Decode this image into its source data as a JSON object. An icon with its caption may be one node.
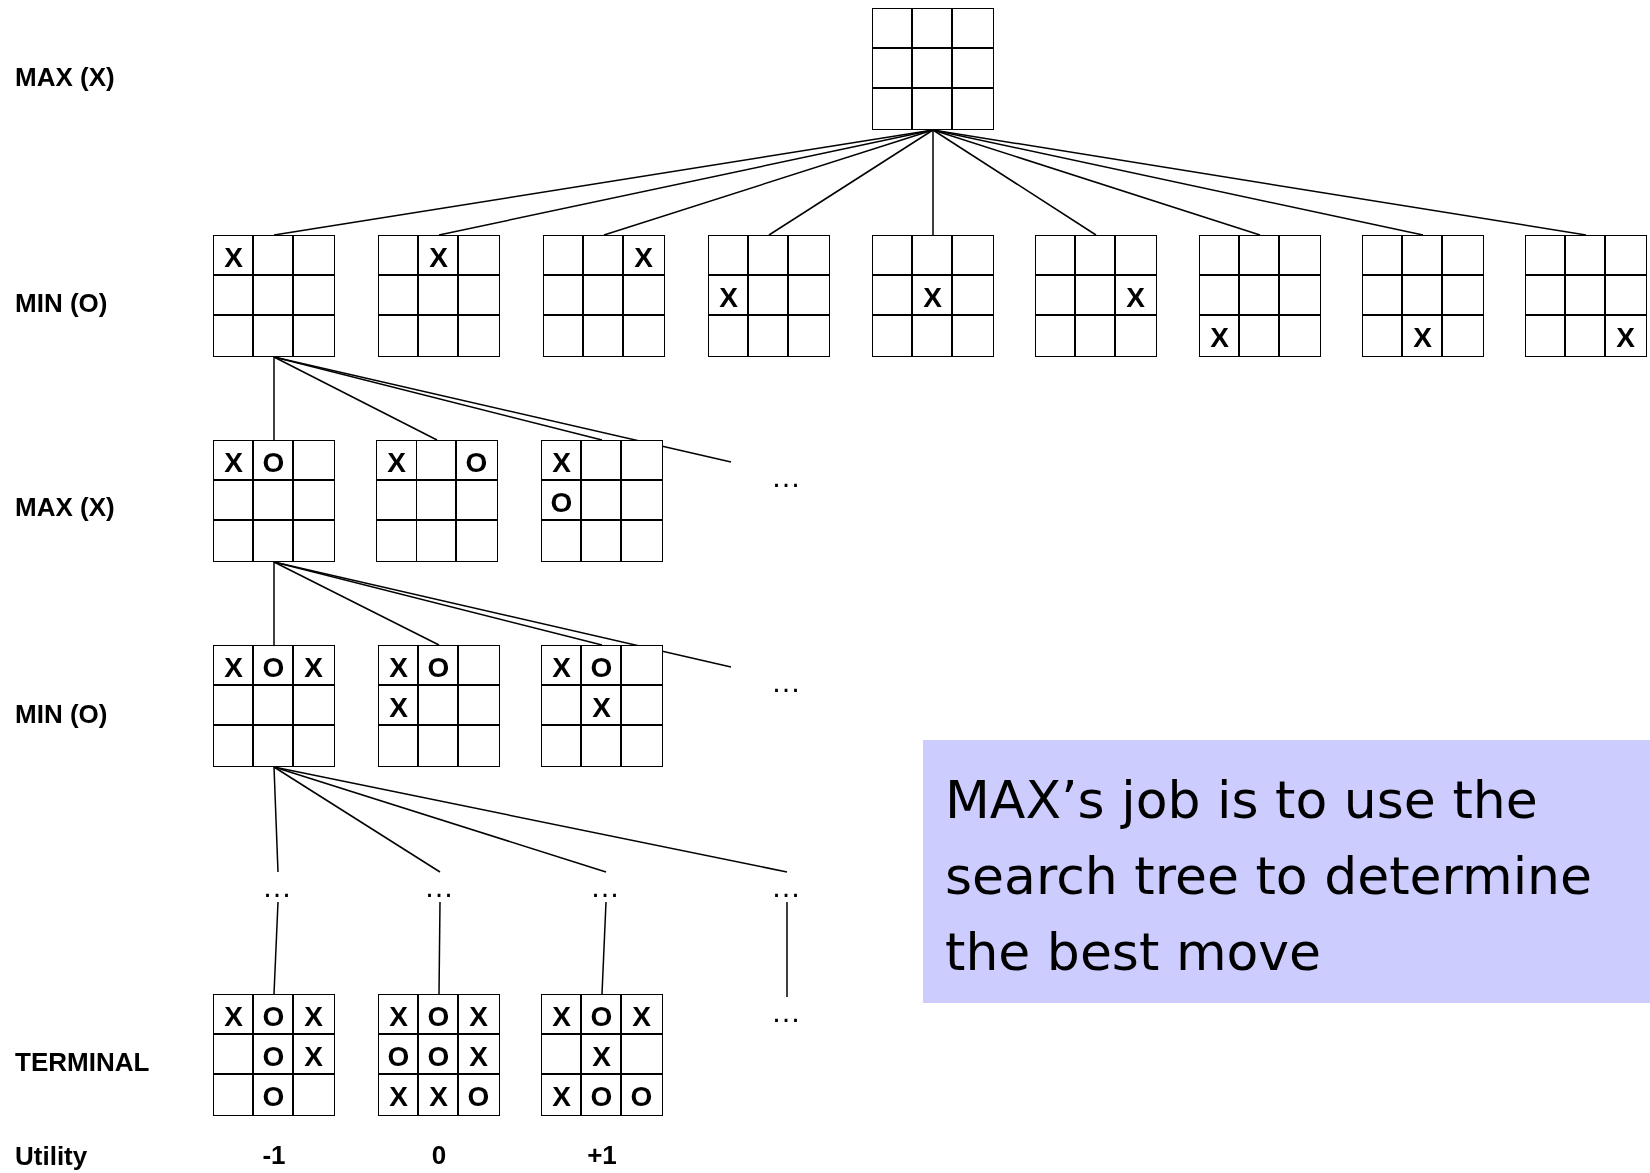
{
  "diagram": {
    "nodes": [
      {
        "text": [],
        "shape": "box"
      },
      {
        "text": [
          "X"
        ]
      },
      {
        "text": [
          "X"
        ]
      },
      {
        "text": [
          "X"
        ]
      },
      {
        "text": [
          "X"
        ]
      },
      {
        "text": [
          "X"
        ]
      },
      {
        "text": [
          "X"
        ]
      },
      {
        "text": [
          "X"
        ]
      },
      {
        "text": [
          "X"
        ]
      },
      {
        "text": [
          "X"
        ]
      },
      {
        "text": [
          "X",
          "O"
        ]
      },
      {
        "text": [
          "X",
          "O"
        ]
      },
      {
        "text": [
          "X",
          "O"
        ]
      },
      {
        "text": [
          "…"
        ]
      },
      {
        "text": [
          "X",
          "O",
          "X"
        ]
      },
      {
        "text": [
          "X",
          "O",
          "X"
        ]
      },
      {
        "text": [
          "X",
          "O",
          "X"
        ]
      },
      {
        "text": [
          "…"
        ]
      },
      {
        "text": [
          "…"
        ]
      },
      {
        "text": [
          "…"
        ]
      },
      {
        "text": [
          "…"
        ]
      },
      {
        "text": [
          "…"
        ]
      },
      {
        "text": [
          "X",
          "O",
          "X",
          "O",
          "X",
          "O"
        ],
        "beside": [
          "-1"
        ]
      },
      {
        "text": [
          "X",
          "O",
          "X",
          "O",
          "O",
          "X",
          "X",
          "X",
          "O"
        ],
        "beside": [
          "0"
        ]
      },
      {
        "text": [
          "X",
          "O",
          "X",
          "X",
          "X",
          "O",
          "O"
        ],
        "beside": [
          "+1"
        ]
      },
      {
        "text": [
          "…"
        ]
      },
      {
        "text": [
          "MAX’s job is to use the search tree to determine the best move"
        ]
      }
    ],
    "edges": [
      {
        "from": 0,
        "to": 1,
        "arrow": "none"
      },
      {
        "from": 0,
        "to": 2,
        "arrow": "none"
      },
      {
        "from": 0,
        "to": 3,
        "arrow": "none"
      },
      {
        "from": 0,
        "to": 4,
        "arrow": "none"
      },
      {
        "from": 0,
        "to": 5,
        "arrow": "none"
      },
      {
        "from": 0,
        "to": 6,
        "arrow": "none"
      },
      {
        "from": 0,
        "to": 7,
        "arrow": "none"
      },
      {
        "from": 0,
        "to": 8,
        "arrow": "none"
      },
      {
        "from": 0,
        "to": 9,
        "arrow": "none"
      },
      {
        "from": 1,
        "to": 10,
        "arrow": "none"
      },
      {
        "from": 1,
        "to": 11,
        "arrow": "none"
      },
      {
        "from": 1,
        "to": 12,
        "arrow": "none"
      },
      {
        "from": 1,
        "to": 13,
        "arrow": "none"
      },
      {
        "from": 10,
        "to": 14,
        "arrow": "none"
      },
      {
        "from": 10,
        "to": 15,
        "arrow": "none"
      },
      {
        "from": 10,
        "to": 16,
        "arrow": "none"
      },
      {
        "from": 10,
        "to": 17,
        "arrow": "none"
      },
      {
        "from": 14,
        "to": 18,
        "arrow": "none"
      },
      {
        "from": 14,
        "to": 19,
        "arrow": "none"
      },
      {
        "from": 14,
        "to": 20,
        "arrow": "none"
      },
      {
        "from": 14,
        "to": 21,
        "arrow": "none"
      },
      {
        "from": 18,
        "to": 22,
        "arrow": "none"
      },
      {
        "from": 19,
        "to": 23,
        "arrow": "none"
      },
      {
        "from": 20,
        "to": 24,
        "arrow": "none"
      },
      {
        "from": 21,
        "to": 25,
        "arrow": "none"
      }
    ],
    "labels": [
      "MAX (X)",
      "MIN (O)",
      "MAX (X)",
      "MIN (O)",
      "TERMINAL",
      "Utility"
    ]
  }
}
